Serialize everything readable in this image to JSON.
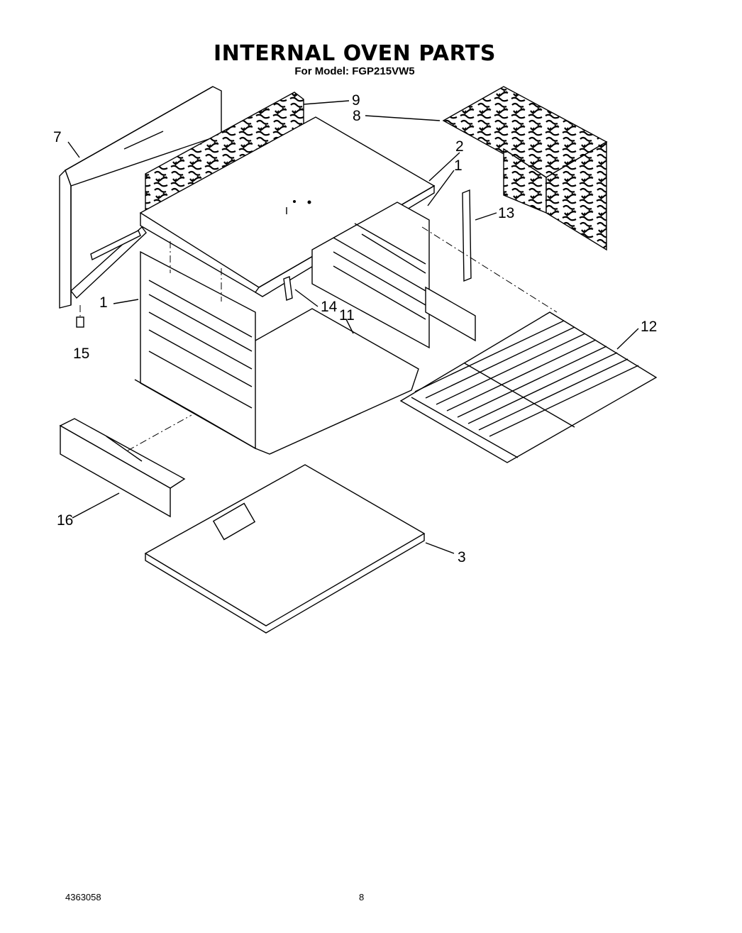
{
  "header": {
    "title": "INTERNAL OVEN PARTS",
    "subtitle": "For Model: FGP215VW5"
  },
  "footer": {
    "document_number": "4363058",
    "page_number": "8"
  },
  "callouts": [
    "7",
    "9",
    "8",
    "2",
    "1",
    "13",
    "1",
    "14",
    "11",
    "12",
    "15",
    "16",
    "3"
  ],
  "parts": [
    "side-panel",
    "rear-insulation",
    "side-insulation",
    "oven-top",
    "oven-liner",
    "rack-support",
    "liner-side",
    "bracket",
    "bottom-liner",
    "oven-rack",
    "clip",
    "front-trim",
    "oven-bottom"
  ]
}
